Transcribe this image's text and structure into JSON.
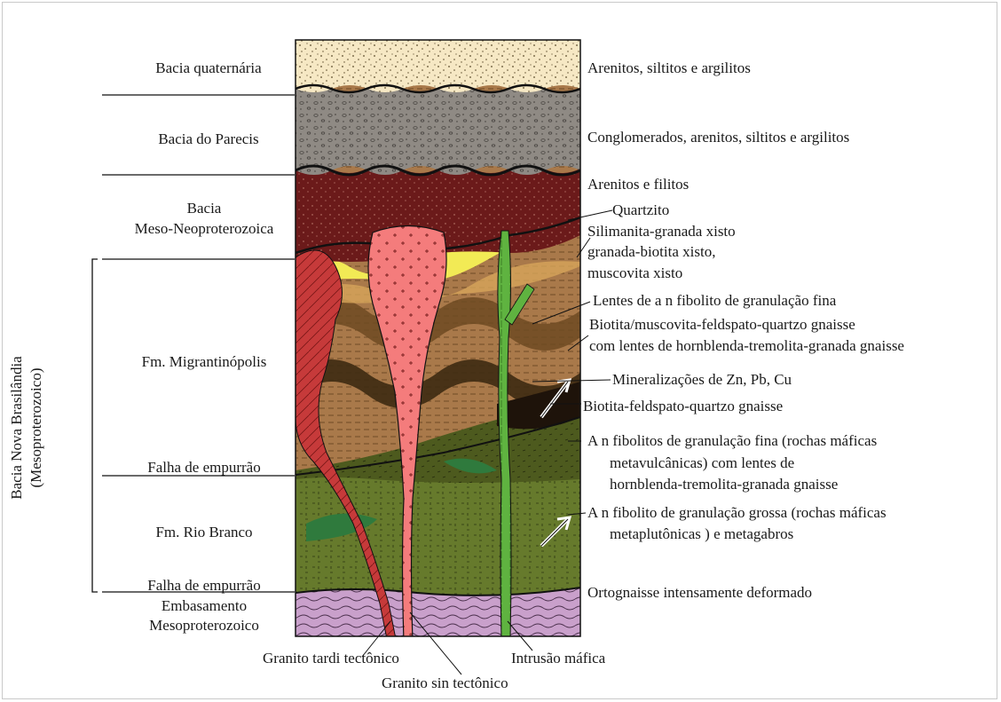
{
  "left_units": {
    "bacia_quaternaria": "Bacia quaternária",
    "bacia_parecis": "Bacia do Parecis",
    "bacia_meso_1": "Bacia",
    "bacia_meso_2": "Meso-Neoproterozoica",
    "fm_migrantinopolis": "Fm. Migrantinópolis",
    "falha_1": "Falha de empurrão",
    "fm_rio_branco": "Fm. Rio Branco",
    "falha_2": "Falha de empurrão",
    "embasamento_1": "Embasamento",
    "embasamento_2": "Mesoproterozoico"
  },
  "group_label": {
    "line1": "Bacia Nova Brasilândia",
    "line2": "(Mesoproterozoico)"
  },
  "right_lithologies": {
    "l1": "Arenitos, siltitos e argilitos",
    "l2": "Conglomerados, arenitos, siltitos e argilitos",
    "l3": "Arenitos e filitos",
    "l4": "Quartzito",
    "l5a": "Silimanita-granada xisto",
    "l5b": "granada-biotita xisto,",
    "l5c": "muscovita xisto",
    "l6": "Lentes de a n fibolito de granulação fina",
    "l7a": "Biotita/muscovita-feldspato-quartzo gnaisse",
    "l7b": "com lentes de hornblenda-tremolita-granada gnaisse",
    "l8": "Mineralizações de Zn, Pb, Cu",
    "l9": "Biotita-feldspato-quartzo gnaisse",
    "l10a": "A n fibolitos de granulação fina (rochas máficas",
    "l10b": "metavulcânicas) com lentes de",
    "l10c": "hornblenda-tremolita-granada gnaisse",
    "l11a": "A n fibolito de granulação grossa (rochas máficas",
    "l11b": "metaplutônicas  ) e metagabros",
    "l12": "Ortognaisse intensamente deformado"
  },
  "bottom_labels": {
    "granito_tardi": "Granito tardi tectônico",
    "granito_sin": "Granito sin tectônico",
    "intrusao": "Intrusão máfica"
  },
  "colors": {
    "sand": "#f6e8c4",
    "conglomerate": "#8f8a84",
    "meso_neo": "#6b1a1a",
    "schist": "#a9794a",
    "quartzite": "#f2ea55",
    "migrantinopolis_dark": "#3d2a12",
    "anfibolito_fino": "#4d5a1e",
    "anfibolito_grosso": "#667a2c",
    "ortognaisse": "#c9a0cb",
    "granite_pink": "#f47c7c",
    "granite_red": "#c63a3a",
    "mafic_green": "#5fb340",
    "lens_green": "#2f7a3d",
    "mineral_black": "#111111"
  }
}
